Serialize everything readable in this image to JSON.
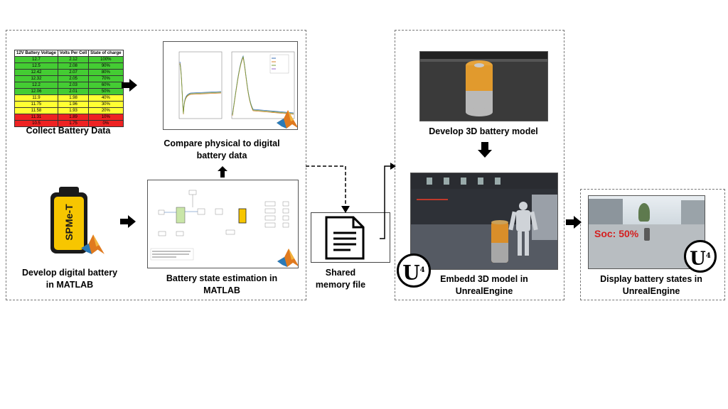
{
  "steps": {
    "collect": "Collect Battery Data",
    "compare": "Compare physical to digital battery data",
    "develop_digital": "Develop digital battery in MATLAB",
    "estimation": "Battery state estimation in MATLAB",
    "shared_memory": "Shared memory file",
    "develop_3d": "Develop 3D battery model",
    "embed": "Embedd 3D model in UnrealEngine",
    "display": "Display battery states in UnrealEngine"
  },
  "battery_table": {
    "headers": [
      "12V Battery Voltage",
      "Volts Per Cell",
      "State of charge"
    ],
    "rows": [
      [
        "12.7",
        "2.12",
        "100%"
      ],
      [
        "12.5",
        "2.08",
        "90%"
      ],
      [
        "12.42",
        "2.07",
        "80%"
      ],
      [
        "12.32",
        "2.05",
        "70%"
      ],
      [
        "12.2",
        "2.03",
        "60%"
      ],
      [
        "12.06",
        "2.01",
        "50%"
      ],
      [
        "11.9",
        "1.98",
        "40%"
      ],
      [
        "11.75",
        "1.96",
        "30%"
      ],
      [
        "11.58",
        "1.93",
        "20%"
      ],
      [
        "11.31",
        "1.89",
        "10%"
      ],
      [
        "10.5",
        "1.75",
        "0%"
      ]
    ],
    "row_colors": [
      "#44cc33",
      "#44cc33",
      "#44cc33",
      "#44cc33",
      "#44cc33",
      "#44cc33",
      "#ffff33",
      "#ffff33",
      "#ffff33",
      "#ee2222",
      "#ee2222"
    ]
  },
  "battery_icon_text": "SPMe-T",
  "soc_text": "Soc: 50%",
  "ue_logo_text": "U",
  "ue_logo_sup": "4",
  "colors": {
    "accent_orange": "#f5a623",
    "soc_red": "#d42020",
    "battery_yellow": "#f7c600"
  },
  "icons": [
    "matlab-logo-icon",
    "document-icon",
    "unreal-engine-logo-icon",
    "arrow-right-icon",
    "arrow-down-icon",
    "arrow-up-icon"
  ]
}
